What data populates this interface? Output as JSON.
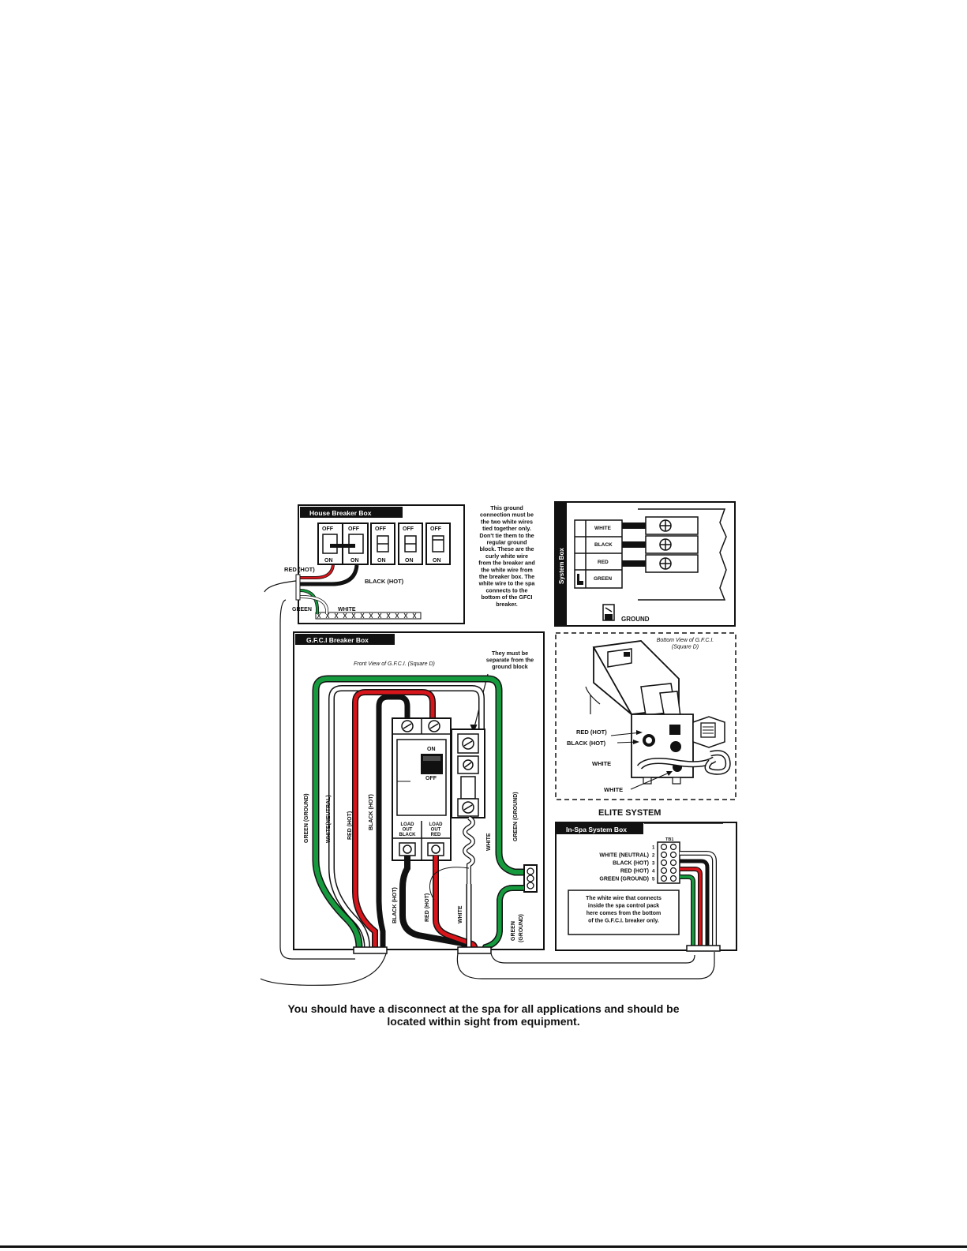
{
  "house_box": {
    "title": "House Breaker Box",
    "breaker_off": "OFF",
    "breaker_on": "ON",
    "red_hot": "RED (HOT)",
    "black_hot": "BLACK (HOT)",
    "green": "GREEN",
    "white": "WHITE"
  },
  "ground_note": [
    "This ground",
    "connection must be",
    "the two white wires",
    "tied together only.",
    "Don't tie them to the",
    "regular ground",
    "block. These are the",
    "curly white wire",
    "from the breaker and",
    "the white wire from",
    "the breaker box. The",
    "white wire to the spa",
    "connects to the",
    "bottom of the GFCI",
    "breaker."
  ],
  "system_box": {
    "title": "System Box",
    "white": "WHITE",
    "black": "BLACK",
    "red": "RED",
    "green": "GREEN",
    "ground": "GROUND"
  },
  "gfci_box": {
    "title": "G.F.C.I Breaker Box",
    "front_view": "Front View of G.F.C.I. (Square D)",
    "separate_note": [
      "They must be",
      "separate from the",
      "ground block"
    ],
    "on": "ON",
    "off": "OFF",
    "load_black": [
      "LOAD",
      "OUT",
      "BLACK"
    ],
    "load_red": [
      "LOAD",
      "OUT",
      "RED"
    ],
    "green_ground": "GREEN (GROUND)",
    "white_neutral": "WHITE(NEUTRAL)",
    "red_hot": "RED (HOT)",
    "black_hot": "BLACK (HOT)",
    "white": "WHITE",
    "green_ground_right": "GREEN (GROUND)",
    "bottom_black_hot": "BLACK (HOT)",
    "bottom_red_hot": "RED (HOT)",
    "bottom_white": "WHITE",
    "bottom_green": "GREEN",
    "bottom_ground": "(GROUND)"
  },
  "bottom_view": {
    "caption": [
      "Bottom View of G.F.C.I.",
      "(Square D)"
    ],
    "red_hot": "RED (HOT)",
    "black_hot": "BLACK (HOT)",
    "white1": "WHITE",
    "white2": "WHITE"
  },
  "elite": {
    "heading": "ELITE SYSTEM",
    "box_title": "In-Spa System Box",
    "tb_label": "TB1",
    "rows": [
      {
        "label": "",
        "num": "1"
      },
      {
        "label": "WHITE (NEUTRAL)",
        "num": "2"
      },
      {
        "label": "BLACK (HOT)",
        "num": "3"
      },
      {
        "label": "RED (HOT)",
        "num": "4"
      },
      {
        "label": "GREEN (GROUND)",
        "num": "5"
      }
    ],
    "note": [
      "The white wire that connects",
      "inside the spa control pack",
      "here comes from the bottom",
      "of the G.F.C.I. breaker only."
    ]
  },
  "footer": {
    "line1": "You should have a disconnect at the spa for all applications and should be",
    "line2": "located within sight from equipment."
  },
  "colors": {
    "red_wire": "#d8151b",
    "green_wire": "#169a3e",
    "black_wire": "#111111",
    "white_wire": "#ffffff",
    "outline": "#111111"
  }
}
